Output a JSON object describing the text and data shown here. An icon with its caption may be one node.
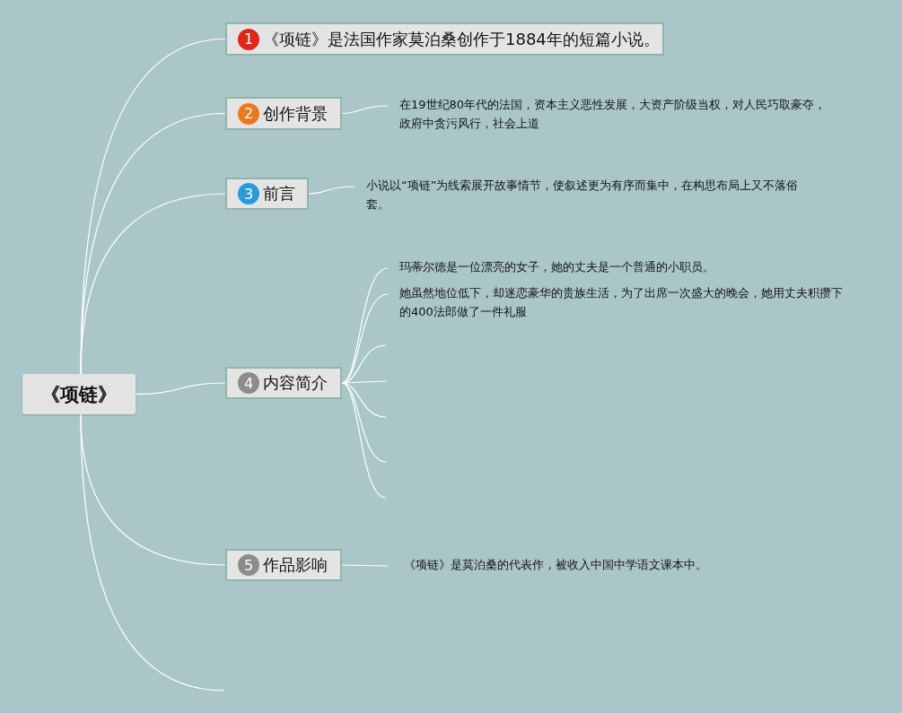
{
  "diagram": {
    "nodes": [
      {
        "text": [
          "《项链》"
        ]
      },
      {
        "text": [
          "1",
          "《项链》是法国作家莫泊桑创作于1884年的短篇小说。"
        ]
      },
      {
        "text": [
          "2",
          "创作背景"
        ]
      },
      {
        "text": [
          "在19世纪80年代的法国，资本主义恶性发展，大资产阶级当权，对人民巧取豪夺，政府中贪污风行，社会上道"
        ]
      },
      {
        "text": [
          "3",
          "前言"
        ]
      },
      {
        "text": [
          "小说以“项链”为线索展开故事情节，使叙述更为有序而集中，在构思布局上又不落俗套。"
        ]
      },
      {
        "text": [
          "4",
          "内容简介"
        ]
      },
      {
        "text": [
          "玛蒂尔德是一位漂亮的女子，她的丈夫是一个普通的小职员。"
        ]
      },
      {
        "text": [
          "她虽然地位低下，却迷恋豪华的贵族生活，为了出席一次盛大的晚会，她用丈夫积攒下的400法郎做了一件礼服"
        ]
      },
      {
        "text": [
          "5",
          "作品影响"
        ]
      },
      {
        "text": [
          "《项链》是莫泊桑的代表作，被收入中国中学语文课本中。"
        ]
      }
    ],
    "edges": [
      {
        "from": 0,
        "to": 1,
        "arrow": "none"
      },
      {
        "from": 0,
        "to": 2,
        "arrow": "none"
      },
      {
        "from": 2,
        "to": 3,
        "arrow": "none"
      },
      {
        "from": 0,
        "to": 4,
        "arrow": "none"
      },
      {
        "from": 4,
        "to": 5,
        "arrow": "none"
      },
      {
        "from": 0,
        "to": 6,
        "arrow": "none"
      },
      {
        "from": 6,
        "to": 7,
        "arrow": "none"
      },
      {
        "from": 6,
        "to": 8,
        "arrow": "none"
      },
      {
        "from": 6,
        "to": null,
        "arrow": "none"
      },
      {
        "from": 6,
        "to": null,
        "arrow": "none"
      },
      {
        "from": 6,
        "to": null,
        "arrow": "none"
      },
      {
        "from": 6,
        "to": null,
        "arrow": "none"
      },
      {
        "from": 6,
        "to": null,
        "arrow": "none"
      },
      {
        "from": 0,
        "to": 9,
        "arrow": "none"
      },
      {
        "from": 9,
        "to": 10,
        "arrow": "none"
      },
      {
        "from": 0,
        "to": null,
        "arrow": "none"
      }
    ]
  }
}
